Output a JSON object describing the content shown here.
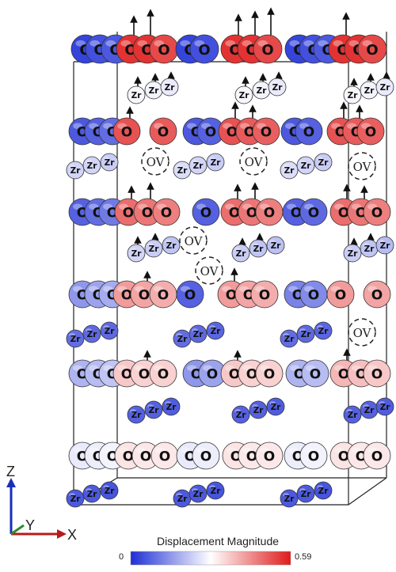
{
  "figure": {
    "atom_labels": {
      "oxygen": "O",
      "zirconium": "Zr",
      "vacancy": "OV"
    },
    "axes": {
      "z": "Z",
      "y": "Y",
      "x": "X"
    },
    "colorbar": {
      "title": "Displacement Magnitude",
      "min_label": "0",
      "max_label": "0.59",
      "colors": {
        "low": "#1f2fd6",
        "mid": "#ffffff",
        "high": "#e01b1b"
      }
    },
    "axis_colors": {
      "z": "#1a2fb8",
      "y": "#2e8b2e",
      "x": "#b81a1a"
    }
  }
}
